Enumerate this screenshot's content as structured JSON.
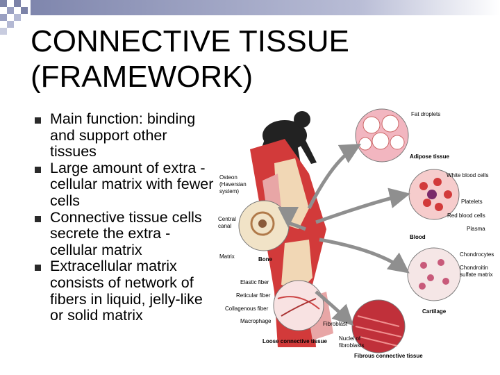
{
  "slide": {
    "title_line1": "CONNECTIVE TISSUE",
    "title_line2": "(FRAMEWORK)",
    "bullets": [
      "Main function: binding and support other tissues",
      "Large amount of extra -cellular matrix with fewer cells",
      "Connective tissue cells secrete the extra -cellular matrix",
      "Extracellular matrix consists of network of fibers in liquid, jelly-like or solid matrix"
    ]
  },
  "figure": {
    "labels": {
      "fat_droplets": "Fat droplets",
      "adipose_tissue": "Adipose tissue",
      "osteon_l1": "Osteon",
      "osteon_l2": "(Haversian",
      "osteon_l3": "system)",
      "central_canal_l1": "Central",
      "central_canal_l2": "canal",
      "matrix": "Matrix",
      "bone": "Bone",
      "white_blood_cells": "White blood cells",
      "platelets": "Platelets",
      "red_blood_cells": "Red blood cells",
      "plasma": "Plasma",
      "blood": "Blood",
      "chondrocytes": "Chondrocytes",
      "chondroitin_l1": "Chondroitin",
      "chondroitin_l2": "sulfate matrix",
      "cartilage": "Cartilage",
      "elastic_fiber": "Elastic fiber",
      "reticular_fiber": "Reticular fiber",
      "collagenous_fiber": "Collagenous fiber",
      "macrophage": "Macrophage",
      "fibroblast": "Fibroblast",
      "loose_connective_tissue": "Loose connective tissue",
      "nuclei_l1": "Nuclei of",
      "nuclei_l2": "fibroblasts",
      "fibrous_connective_tissue": "Fibrous connective tissue"
    }
  },
  "colors": {
    "checker": "#7c83a8",
    "topbar": "#8a90b4",
    "cell_pink": "#f2b6c0",
    "tissue_red": "#d23a3a",
    "arrow": "#8f8f8f"
  }
}
